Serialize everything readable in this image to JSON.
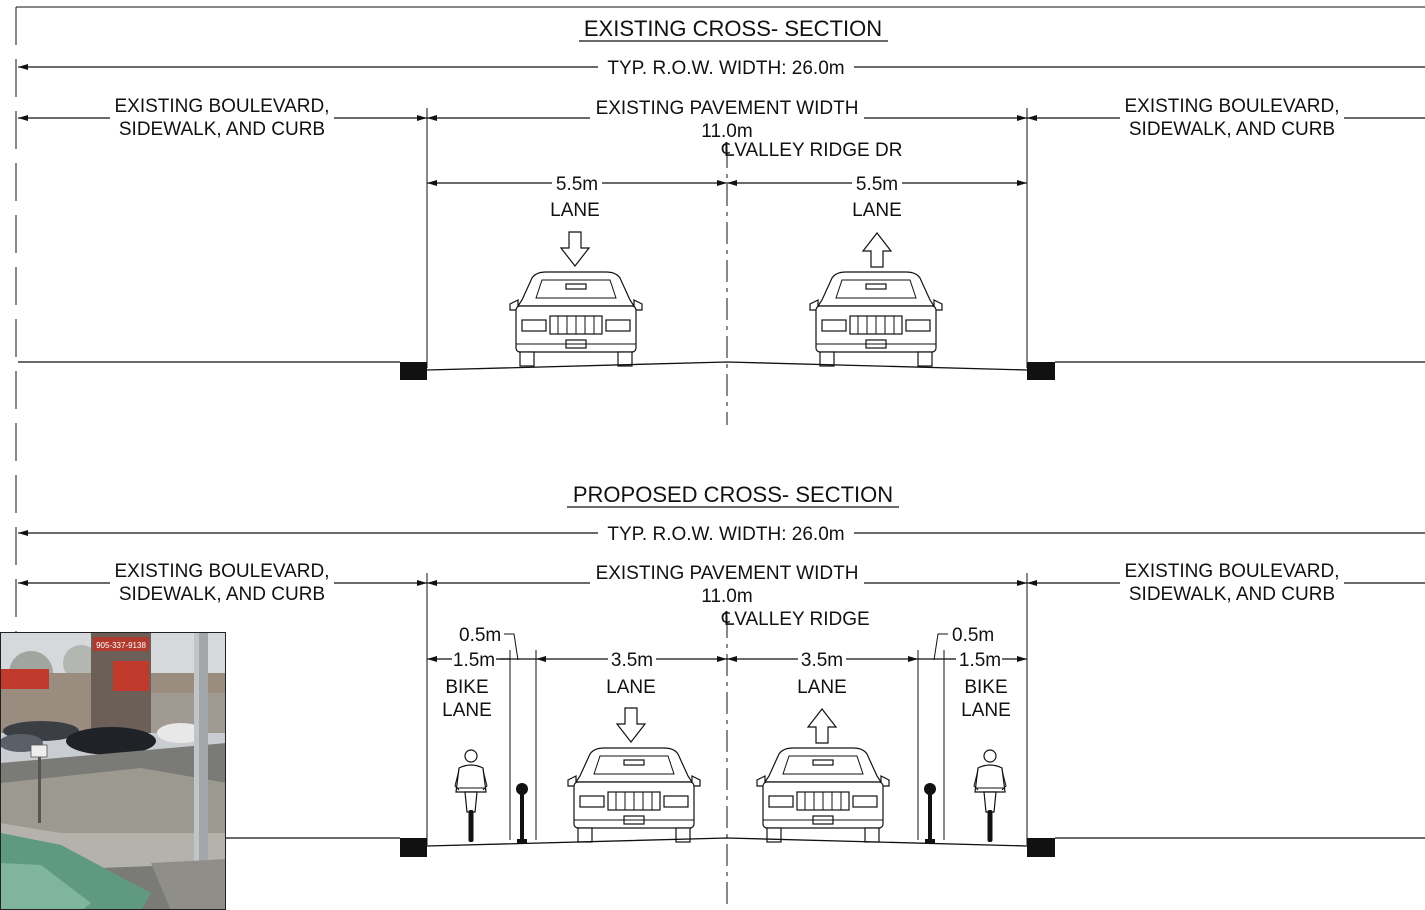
{
  "existing": {
    "title": "EXISTING CROSS- SECTION",
    "row_width": "TYP. R.O.W. WIDTH: 26.0m",
    "left_blvd_1": "EXISTING BOULEVARD,",
    "left_blvd_2": "SIDEWALK, AND CURB",
    "right_blvd_1": "EXISTING BOULEVARD,",
    "right_blvd_2": "SIDEWALK, AND CURB",
    "pavement_label": "EXISTING PAVEMENT WIDTH",
    "pavement_width": "11.0m",
    "centerline": "℄VALLEY RIDGE DR",
    "lane_left_width": "5.5m",
    "lane_left_label": "LANE",
    "lane_right_width": "5.5m",
    "lane_right_label": "LANE"
  },
  "proposed": {
    "title": "PROPOSED CROSS- SECTION",
    "row_width": "TYP. R.O.W. WIDTH: 26.0m",
    "left_blvd_1": "EXISTING BOULEVARD,",
    "left_blvd_2": "SIDEWALK, AND CURB",
    "right_blvd_1": "EXISTING BOULEVARD,",
    "right_blvd_2": "SIDEWALK, AND CURB",
    "pavement_label": "EXISTING PAVEMENT WIDTH",
    "pavement_width": "11.0m",
    "centerline": "℄VALLEY RIDGE",
    "buffer_left": "0.5m",
    "buffer_right": "0.5m",
    "bike_left_width": "1.5m",
    "bike_right_width": "1.5m",
    "bike_label_1": "BIKE",
    "bike_label_2": "LANE",
    "bike_right_label_1": "BIKE",
    "bike_right_label_2": "LANE",
    "lane_left_width": "3.5m",
    "lane_left_label": "LANE",
    "lane_right_width": "3.5m",
    "lane_right_label": "LANE"
  },
  "photo_sign": "905-337-9138"
}
